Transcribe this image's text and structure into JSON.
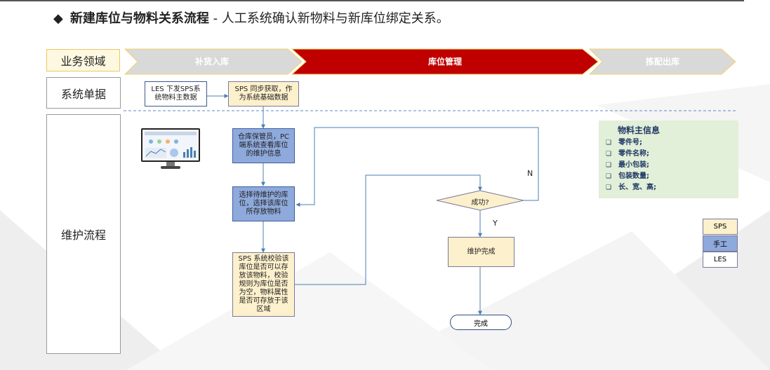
{
  "title": {
    "bullet": "◆",
    "bold": "新建库位与物料关系流程",
    "rest": " - 人工系统确认新物料与新库位绑定关系。"
  },
  "lanes": {
    "domain": "业务领域",
    "system_docs": "系统单据",
    "maintenance": "维护流程"
  },
  "phases": [
    "补货入库",
    "库位管理",
    "拣配出库"
  ],
  "nodes": {
    "les_send": "LES 下发SPS系\n统物料主数据",
    "sps_sync": "SPS 同步获取，作\n为系统基础数据",
    "keeper_view": "仓库保管员，PC\n端系统查看库位\n的维护信息",
    "select_loc": "选择待维护的库\n位，选择该库位\n所存放物料",
    "sps_check": "SPS 系统校验该\n库位是否可以存\n放该物料，校验\n规则为库位是否\n为空，物料属性\n是否可存放于该\n区域",
    "decision": "成功?",
    "maint_done": "维护完成",
    "end": "完成"
  },
  "edge_labels": {
    "no": "N",
    "yes": "Y"
  },
  "info": {
    "title": "物料主信息",
    "bullet": "❑",
    "items": [
      "零件号;",
      "零件名称;",
      "最小包装;",
      "包装数量;",
      "长、宽、高;"
    ]
  },
  "legend": [
    "SPS",
    "手工",
    "LES"
  ],
  "colors": {
    "phase_active": "#c00000",
    "phase_inactive": "#d9d9d9",
    "sps": "#fdf0cc",
    "manual": "#8ea9db",
    "les": "#ffffff",
    "info_bg": "#e2efd9",
    "connector": "#4a7fb5"
  },
  "icons": {
    "monitor": "computer-monitor-icon"
  }
}
